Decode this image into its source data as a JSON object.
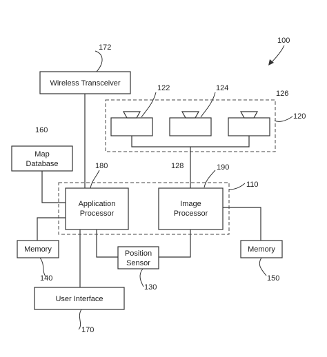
{
  "diagram": {
    "figure_ref": "100",
    "blocks": {
      "wireless_transceiver": {
        "label": "Wireless Transceiver",
        "ref": "172"
      },
      "camera_array": {
        "ref": "120"
      },
      "camera_1": {
        "ref": "122"
      },
      "camera_2": {
        "ref": "124"
      },
      "camera_3": {
        "ref": "126"
      },
      "map_database": {
        "label_line1": "Map",
        "label_line2": "Database",
        "ref": "160"
      },
      "processing_unit": {
        "ref": "110"
      },
      "application_processor": {
        "label_line1": "Application",
        "label_line2": "Processor",
        "ref": "180"
      },
      "image_processor": {
        "label_line1": "Image",
        "label_line2": "Processor",
        "ref": "190"
      },
      "camera_link": {
        "ref": "128"
      },
      "memory_left": {
        "label": "Memory",
        "ref": "140"
      },
      "memory_right": {
        "label": "Memory",
        "ref": "150"
      },
      "position_sensor": {
        "label_line1": "Position",
        "label_line2": "Sensor",
        "ref": "130"
      },
      "user_interface": {
        "label": "User Interface",
        "ref": "170"
      }
    }
  }
}
